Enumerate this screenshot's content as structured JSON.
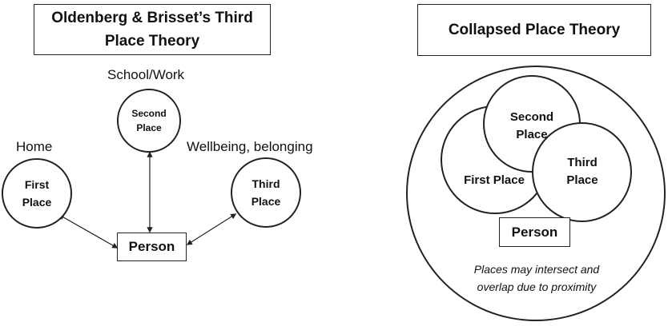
{
  "left_diagram": {
    "title_line1": "Oldenberg & Brisset’s Third",
    "title_line2": "Place Theory",
    "captions": {
      "school_work": "School/Work",
      "home": "Home",
      "wellbeing": "Wellbeing, belonging"
    },
    "nodes": {
      "second_line1": "Second",
      "second_line2": "Place",
      "first_line1": "First",
      "first_line2": "Place",
      "third_line1": "Third",
      "third_line2": "Place",
      "person": "Person"
    }
  },
  "right_diagram": {
    "title": "Collapsed Place Theory",
    "nodes": {
      "second_line1": "Second",
      "second_line2": "Place",
      "first": "First Place",
      "third_line1": "Third",
      "third_line2": "Place",
      "person": "Person"
    },
    "note_line1": "Places may intersect and",
    "note_line2": "overlap due to proximity"
  }
}
